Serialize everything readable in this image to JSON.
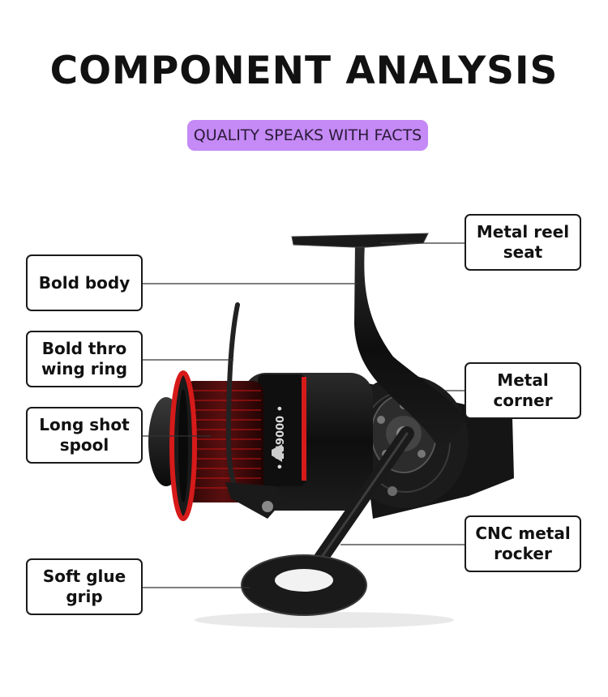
{
  "header": {
    "title": "COMPONENT ANALYSIS",
    "tagline": "QUALITY SPEAKS WITH FACTS"
  },
  "colors": {
    "tagline_bg": "#c58af5",
    "accent_red": "#d61a1a",
    "reel_black": "#141414",
    "border": "#1a1a1a"
  },
  "reel": {
    "model_text": "ES9000"
  },
  "labels": [
    {
      "id": "bold-body",
      "text": "Bold body"
    },
    {
      "id": "bold-throwing-ring",
      "text": "Bold thro\nwing ring"
    },
    {
      "id": "long-shot-spool",
      "text": "Long shot\nspool"
    },
    {
      "id": "soft-glue-grip",
      "text": "Soft glue\ngrip"
    },
    {
      "id": "metal-reel-seat",
      "text": "Metal reel\nseat"
    },
    {
      "id": "metal-corner",
      "text": "Metal corner"
    },
    {
      "id": "cnc-metal-rocker",
      "text": "CNC metal\nrocker"
    }
  ]
}
